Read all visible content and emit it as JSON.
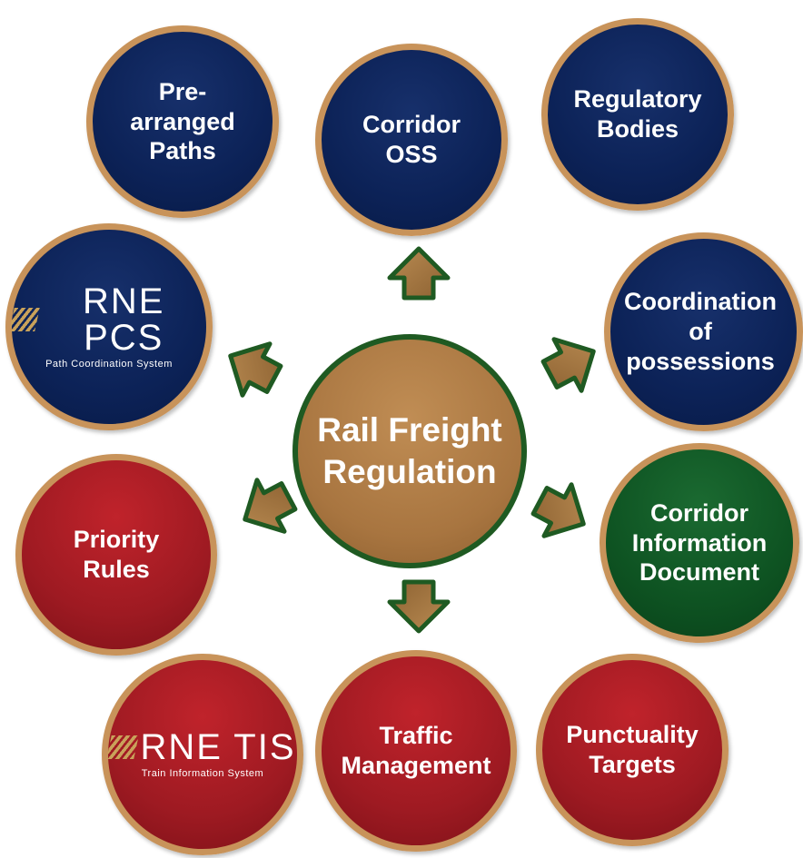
{
  "center": {
    "label_line1": "Rail Freight",
    "label_line2": "Regulation"
  },
  "nodes": {
    "pre_arranged_paths": {
      "lines": [
        "Pre-",
        "arranged",
        "Paths"
      ]
    },
    "corridor_oss": {
      "lines": [
        "Corridor",
        "OSS"
      ]
    },
    "regulatory_bodies": {
      "lines": [
        "Regulatory",
        "Bodies"
      ]
    },
    "rne_pcs": {
      "logo_text": "RNE PCS",
      "logo_sub": "Path Coordination System"
    },
    "coordination_of_possessions": {
      "lines": [
        "Coordination",
        "of",
        "possessions"
      ]
    },
    "corridor_information_document": {
      "lines": [
        "Corridor",
        "Information",
        "Document"
      ]
    },
    "priority_rules": {
      "lines": [
        "Priority",
        "Rules"
      ]
    },
    "rne_tis": {
      "logo_text": "RNE TIS",
      "logo_sub": "Train Information System"
    },
    "traffic_management": {
      "lines": [
        "Traffic",
        "Management"
      ]
    },
    "punctuality_targets": {
      "lines": [
        "Punctuality",
        "Targets"
      ]
    }
  },
  "colors": {
    "blue_node": "#0c2257",
    "red_node": "#9e1a22",
    "green_node": "#0e5322",
    "node_border": "#c8935a",
    "center_fill": "#a87540",
    "center_border": "#1f5a22",
    "arrow_fill": "#a87a44",
    "arrow_border": "#1f5a22",
    "logo_mark": "#c9a25a"
  }
}
